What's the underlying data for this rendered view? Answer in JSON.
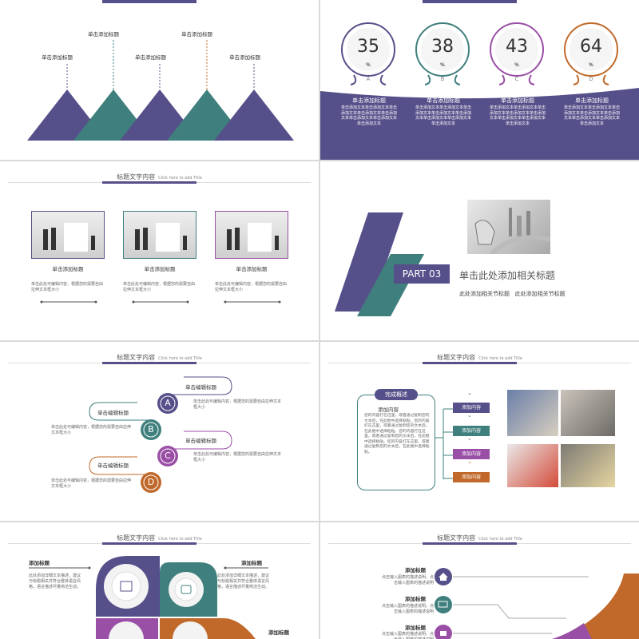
{
  "colors": {
    "purple": "#56508a",
    "teal": "#3f7f7d",
    "violet": "#9a4fa6",
    "orange": "#c0692a"
  },
  "slide1": {
    "labels": [
      "单击添加标题",
      "单击添加标题",
      "单击添加标题",
      "单击添加标题",
      "单击添加标题"
    ]
  },
  "slide2": {
    "items": [
      {
        "value": "35",
        "unit": "%",
        "letter": "A",
        "title": "单击添加标题",
        "text": "单击添加文本单击添加文本单击添加文本单击添加文本单击添加文本单击添加文本单击添加文本单击添加文本"
      },
      {
        "value": "38",
        "unit": "%",
        "letter": "B",
        "title": "单击添加标题",
        "text": "单击添加文本单击添加文本单击添加文本单击添加文本单击添加文本单击添加文本单击添加文本单击添加文本"
      },
      {
        "value": "43",
        "unit": "%",
        "letter": "C",
        "title": "单击添加标题",
        "text": "单击添加文本单击添加文本单击添加文本单击添加文本单击添加文本单击添加文本单击添加文本单击添加文本"
      },
      {
        "value": "64",
        "unit": "%",
        "letter": "D",
        "title": "单击添加标题",
        "text": "单击添加文本单击添加文本单击添加文本单击添加文本单击添加文本单击添加文本单击添加文本单击添加文本"
      }
    ]
  },
  "header": {
    "title": "标题文字内容",
    "subtitle": "Click here to add Title"
  },
  "slide3": {
    "cards": [
      {
        "title": "单击添加标题",
        "text": "单击此处可编辑内容，根据您的需要自由拉伸文本框大小"
      },
      {
        "title": "单击添加标题",
        "text": "单击此处可编辑内容，根据您的需要自由拉伸文本框大小"
      },
      {
        "title": "单击添加标题",
        "text": "单击此处可编辑内容，根据您的需要自由拉伸文本框大小"
      }
    ]
  },
  "slide4": {
    "part": "PART 03",
    "title": "单击此处添加相关标题",
    "subtitle": "此处添加相关节标题   此处添加相关节标题"
  },
  "slide5": {
    "items": [
      {
        "letter": "A",
        "title": "单击编辑标题",
        "text": "单击此处可编辑内容，根据您的需要自由拉伸文本框大小"
      },
      {
        "letter": "B",
        "title": "单击编辑标题",
        "text": "单击此处可编辑内容，根据您的需要自由拉伸文本框大小"
      },
      {
        "letter": "C",
        "title": "单击编辑标题",
        "text": "单击此处可编辑内容，根据您的需要自由拉伸文本框大小"
      },
      {
        "letter": "D",
        "title": "单击编辑标题",
        "text": "单击此处可编辑内容，根据您的需要自由拉伸文本框大小"
      }
    ]
  },
  "slide6": {
    "badge": "完成概述",
    "sub": "添加内容",
    "body": "您的内容打在这里，或者通过复制您的文本后，在此框中选择粘贴。您的内容打在这里，或者通过复制您的文本后，在此框中选择粘贴。您的内容打在这里，或者通过复制您的文本后，在此框中选择粘贴。您的内容打在这里，或者通过复制您的文本后，在此框中选择粘贴。",
    "buttons": [
      "添加内容",
      "添加内容",
      "添加内容",
      "添加内容"
    ]
  },
  "slide7": {
    "left_title": "添加标题",
    "left_text": "此处添加详细文本描述，建议与标题相关并符合整体语言风格，语言描述尽量简洁生动。",
    "right_title": "添加标题",
    "right_text": "此处添加详细文本描述，建议与标题相关并符合整体语言风格，语言描述尽量简洁生动。",
    "bottom_title": "添加标题"
  },
  "slide8": {
    "items": [
      {
        "title": "添加标题",
        "text": "点击输入图表的描述说明，点击输入图表的描述说明"
      },
      {
        "title": "添加标题",
        "text": "点击输入图表的描述说明，点击输入图表的描述说明"
      },
      {
        "title": "添加标题",
        "text": "点击输入图表的描述说明，点击输入图表的描述说明"
      }
    ]
  }
}
